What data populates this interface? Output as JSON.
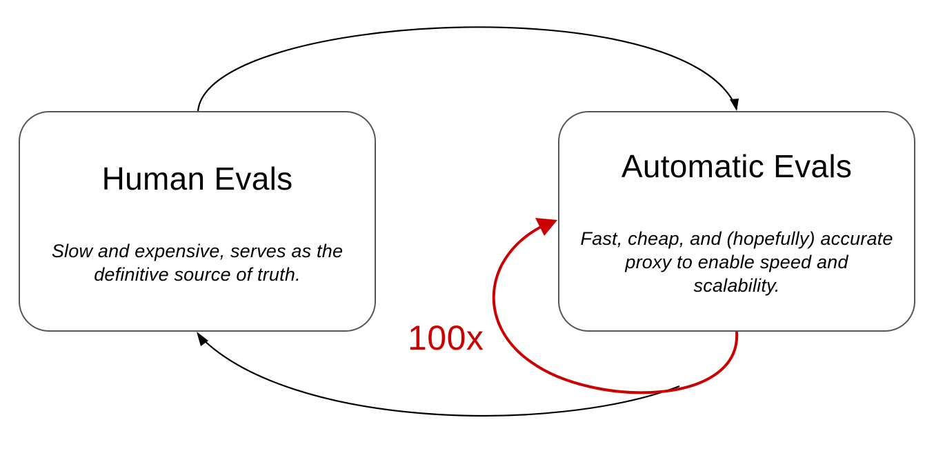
{
  "human_box": {
    "title": "Human Evals",
    "description": "Slow and expensive, serves as the definitive source of truth."
  },
  "auto_box": {
    "title": "Automatic Evals",
    "description": "Fast, cheap, and (hopefully) accurate proxy to enable speed and scalability."
  },
  "speedup_label": "100x",
  "colors": {
    "box_border": "#555555",
    "arrow": "#000000",
    "speedup": "#cc0000"
  }
}
